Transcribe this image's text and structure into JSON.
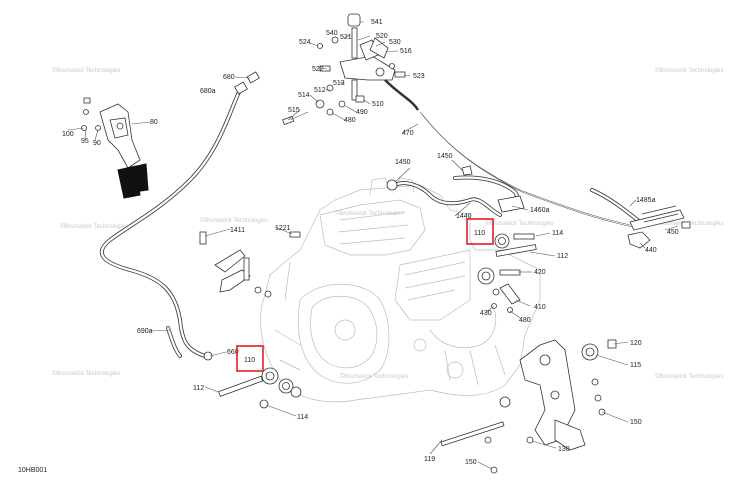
{
  "diagram": {
    "reference_code": "10HB001",
    "highlight_label": "110",
    "callouts": {
      "p541": "541",
      "p540": "540",
      "p521": "521",
      "p520": "520",
      "p524": "524",
      "p530": "530",
      "p516": "516",
      "p522": "522",
      "p523": "523",
      "p513": "513",
      "p512": "512",
      "p514": "514",
      "p515": "515",
      "p510": "510",
      "p490": "490",
      "p480a": "480",
      "p470": "470",
      "p680": "680",
      "p680a": "680a",
      "p80": "80",
      "p100": "100",
      "p95": "95",
      "p90": "90",
      "p1450a": "1450",
      "p1450b": "1450",
      "p1440": "1440",
      "p1460a": "1460a",
      "p1485a": "1485a",
      "p450": "450",
      "p440": "440",
      "p114a": "114",
      "p112a": "112",
      "p420": "420",
      "p410": "410",
      "p430": "430",
      "p480b": "480",
      "p1221": "1221",
      "p1411": "1411",
      "p690a": "690a",
      "p660": "660",
      "p112b": "112",
      "p114b": "114",
      "p120": "120",
      "p115": "115",
      "p150a": "150",
      "p130": "130",
      "p119": "119",
      "p150b": "150"
    },
    "watermark": "©Brunswick Technologies"
  }
}
